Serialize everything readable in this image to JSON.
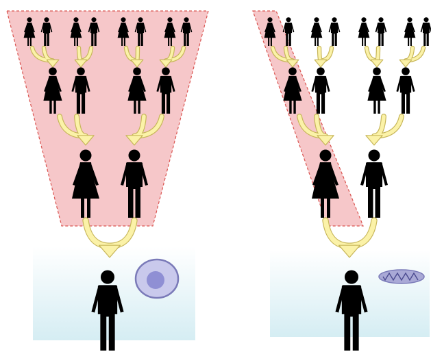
{
  "colors": {
    "ancestry_fill": "#f6c7c9",
    "ancestry_border": "#d9534f",
    "arrow_fill": "#fbf2a8",
    "arrow_stroke": "#c7b65a",
    "figure": "#000000",
    "panel_top": "#ffffff",
    "panel_bottom": "#d5edf3",
    "cell_fill": "#c9c9ec",
    "cell_stroke": "#7a7ab8",
    "nucleus_fill": "#8f8fd4",
    "mito_fill": "#a9a9d6",
    "mito_cristae": "#4a4a8f"
  },
  "icons": {
    "person_female": "female-figure-icon",
    "person_male": "male-figure-icon",
    "cell": "cell-nucleus-icon",
    "mitochondrion": "mitochondrion-icon",
    "arrow": "merge-arrow-icon"
  },
  "diagrams": [
    {
      "id": "nuclear-inheritance",
      "highlight": "all-ancestors",
      "generations": [
        [
          "female",
          "male",
          "female",
          "male",
          "female",
          "male",
          "female",
          "male"
        ],
        [
          "female",
          "male",
          "female",
          "male"
        ],
        [
          "female",
          "male"
        ]
      ],
      "descendant": "male",
      "inherited_component": "cell-nucleus"
    },
    {
      "id": "mitochondrial-inheritance",
      "highlight": "maternal-line",
      "generations": [
        [
          "female",
          "male",
          "female",
          "male",
          "female",
          "male",
          "female",
          "male"
        ],
        [
          "female",
          "male",
          "female",
          "male"
        ],
        [
          "female",
          "male"
        ]
      ],
      "descendant": "male",
      "inherited_component": "mitochondrion"
    }
  ]
}
